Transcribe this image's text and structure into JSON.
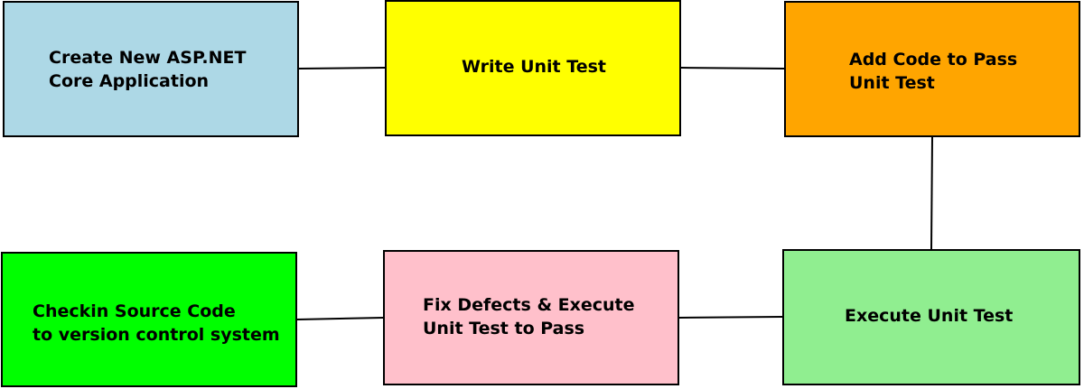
{
  "diagram": {
    "nodes": [
      {
        "id": "n1",
        "text": "Create New ASP.NET\nCore Application",
        "color": "#add8e6"
      },
      {
        "id": "n2",
        "text": "Write Unit Test",
        "color": "#ffff00"
      },
      {
        "id": "n3",
        "text": "Add Code to Pass\nUnit Test",
        "color": "#ffa500"
      },
      {
        "id": "n4",
        "text": "Execute Unit Test",
        "color": "#90ee90"
      },
      {
        "id": "n5",
        "text": "Fix Defects & Execute\nUnit Test to Pass",
        "color": "#ffc0cb"
      },
      {
        "id": "n6",
        "text": "Checkin Source Code\nto version control system",
        "color": "#00ff00"
      }
    ],
    "edges": [
      {
        "from": "n1",
        "to": "n2"
      },
      {
        "from": "n2",
        "to": "n3"
      },
      {
        "from": "n3",
        "to": "n4"
      },
      {
        "from": "n4",
        "to": "n5"
      },
      {
        "from": "n5",
        "to": "n6"
      }
    ],
    "line_color": "#000000",
    "border_color": "#000000"
  }
}
